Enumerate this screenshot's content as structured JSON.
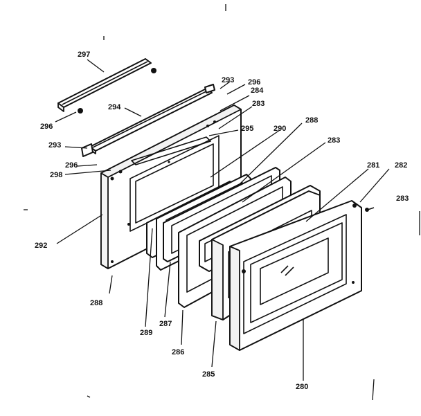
{
  "callouts": [
    {
      "id": "297",
      "text": "297"
    },
    {
      "id": "293a",
      "text": "293"
    },
    {
      "id": "296a",
      "text": "296"
    },
    {
      "id": "284",
      "text": "284"
    },
    {
      "id": "283a",
      "text": "283"
    },
    {
      "id": "294",
      "text": "294"
    },
    {
      "id": "296b",
      "text": "296"
    },
    {
      "id": "295",
      "text": "295"
    },
    {
      "id": "290",
      "text": "290"
    },
    {
      "id": "288a",
      "text": "288"
    },
    {
      "id": "293b",
      "text": "293"
    },
    {
      "id": "283b",
      "text": "283"
    },
    {
      "id": "296c",
      "text": "296"
    },
    {
      "id": "298",
      "text": "298"
    },
    {
      "id": "281",
      "text": "281"
    },
    {
      "id": "282",
      "text": "282"
    },
    {
      "id": "283c",
      "text": "283"
    },
    {
      "id": "292",
      "text": "292"
    },
    {
      "id": "288b",
      "text": "288"
    },
    {
      "id": "289",
      "text": "289"
    },
    {
      "id": "287",
      "text": "287"
    },
    {
      "id": "286",
      "text": "286"
    },
    {
      "id": "285",
      "text": "285"
    },
    {
      "id": "280",
      "text": "280"
    }
  ]
}
